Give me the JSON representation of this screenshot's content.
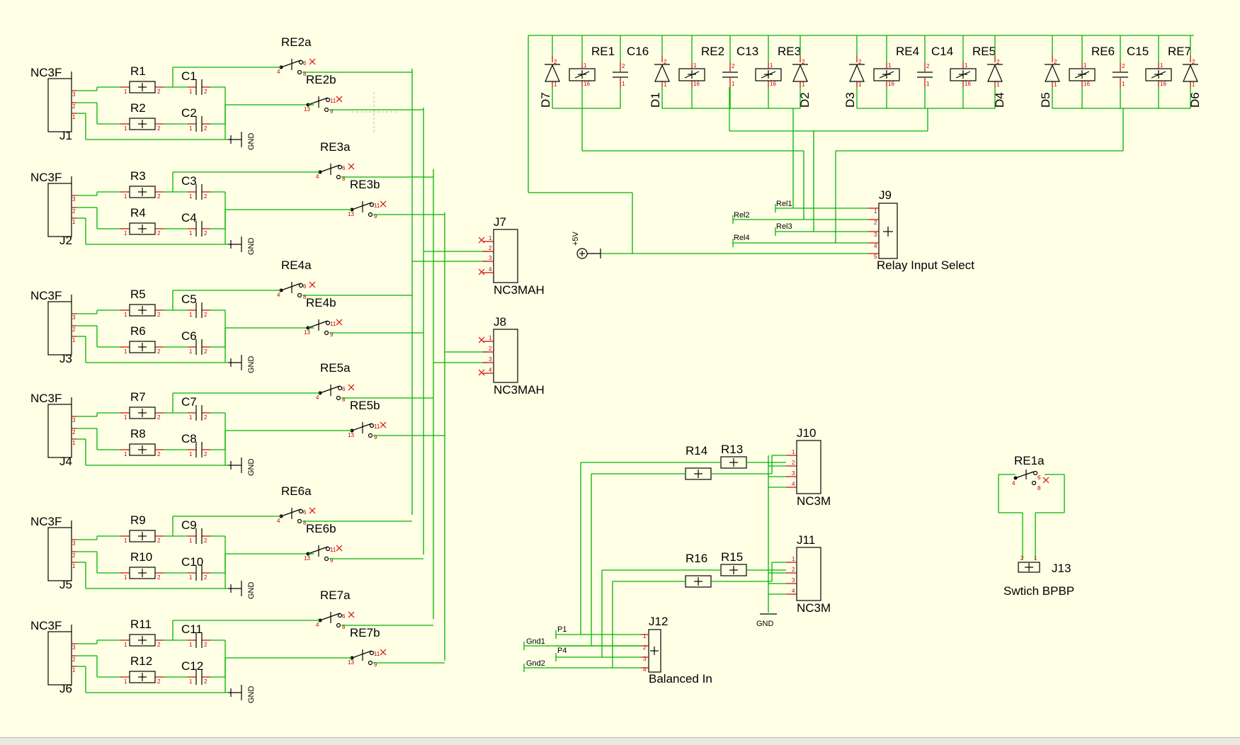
{
  "colors": {
    "background": "#ffffe6",
    "wire": "#00b400",
    "pin": "#c00000",
    "body": "#000000",
    "unconnected_mark": "#e00000"
  },
  "inputs": [
    {
      "conn_value": "NC3F",
      "conn_ref": "J1",
      "res_a": "R1",
      "res_b": "R2",
      "cap_a": "C1",
      "cap_b": "C2",
      "relay_a": "RE2a",
      "relay_b": "RE2b"
    },
    {
      "conn_value": "NC3F",
      "conn_ref": "J2",
      "res_a": "R3",
      "res_b": "R4",
      "cap_a": "C3",
      "cap_b": "C4",
      "relay_a": "RE3a",
      "relay_b": "RE3b"
    },
    {
      "conn_value": "NC3F",
      "conn_ref": "J3",
      "res_a": "R5",
      "res_b": "R6",
      "cap_a": "C5",
      "cap_b": "C6",
      "relay_a": "RE4a",
      "relay_b": "RE4b"
    },
    {
      "conn_value": "NC3F",
      "conn_ref": "J4",
      "res_a": "R7",
      "res_b": "R8",
      "cap_a": "C7",
      "cap_b": "C8",
      "relay_a": "RE5a",
      "relay_b": "RE5b"
    },
    {
      "conn_value": "NC3F",
      "conn_ref": "J5",
      "res_a": "R9",
      "res_b": "R10",
      "cap_a": "C9",
      "cap_b": "C10",
      "relay_a": "RE6a",
      "relay_b": "RE6b"
    },
    {
      "conn_value": "NC3F",
      "conn_ref": "J6",
      "res_a": "R11",
      "res_b": "R12",
      "cap_a": "C11",
      "cap_b": "C12",
      "relay_a": "RE7a",
      "relay_b": "RE7b"
    }
  ],
  "gnd_label": "GND",
  "outputs": [
    {
      "ref": "J7",
      "value": "NC3MAH"
    },
    {
      "ref": "J8",
      "value": "NC3MAH"
    }
  ],
  "relay_row": {
    "groups": [
      {
        "diode_l": "D7",
        "relay_l": "RE1",
        "cap": "C16",
        "relay_r": null,
        "diode_r": null
      },
      {
        "diode_l": "D1",
        "relay_l": "RE2",
        "cap": "C13",
        "relay_r": "RE3",
        "diode_r": "D2"
      },
      {
        "diode_l": "D3",
        "relay_l": "RE4",
        "cap": "C14",
        "relay_r": "RE5",
        "diode_r": "D4"
      },
      {
        "diode_l": "D5",
        "relay_l": "RE6",
        "cap": "C15",
        "relay_r": "RE7",
        "diode_r": "D6"
      }
    ]
  },
  "j9": {
    "ref": "J9",
    "value": "Relay Input Select",
    "nets": [
      "Rel1",
      "Rel2",
      "Rel3",
      "Rel4"
    ],
    "supply": "+5V"
  },
  "balanced": {
    "res": [
      "R14",
      "R13",
      "R16",
      "R15"
    ],
    "j10": {
      "ref": "J10",
      "value": "NC3M"
    },
    "j11": {
      "ref": "J11",
      "value": "NC3M"
    },
    "j12": {
      "ref": "J12",
      "value": "Balanced In"
    },
    "nets": [
      "Gnd1",
      "Gnd2",
      "P1",
      "P4"
    ],
    "gnd_label": "GND"
  },
  "switch": {
    "relay": "RE1a",
    "ref": "J13",
    "value": "Swtich BPBP"
  }
}
